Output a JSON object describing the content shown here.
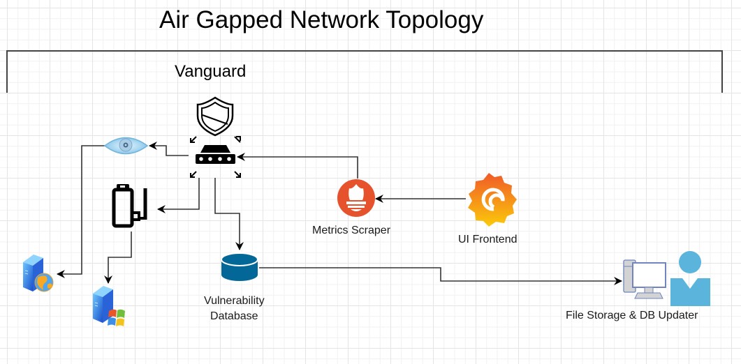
{
  "diagram": {
    "title": "Air Gapped Network Topology",
    "boundary_label": "Vanguard",
    "nodes": {
      "firewall": {
        "icon": "shield-icon",
        "label": ""
      },
      "router": {
        "icon": "router-icon",
        "label": ""
      },
      "monitor": {
        "icon": "eye-icon",
        "label": ""
      },
      "usb_device": {
        "icon": "usb-icon",
        "label": ""
      },
      "web_server": {
        "icon": "web-server-icon",
        "label": ""
      },
      "windows_server": {
        "icon": "windows-server-icon",
        "label": ""
      },
      "vuln_db": {
        "icon": "database-icon",
        "label_line1": "Vulnerability",
        "label_line2": "Database"
      },
      "metrics_scraper": {
        "icon": "prometheus-icon",
        "label": "Metrics Scraper"
      },
      "ui_frontend": {
        "icon": "grafana-icon",
        "label": "UI Frontend"
      },
      "file_storage": {
        "icon": "workstation-user-icon",
        "label": "File Storage & DB Updater"
      }
    },
    "edges": [
      {
        "from": "router",
        "to": "monitor"
      },
      {
        "from": "router",
        "to": "usb_device"
      },
      {
        "from": "router",
        "to": "vuln_db"
      },
      {
        "from": "metrics_scraper",
        "to": "router"
      },
      {
        "from": "ui_frontend",
        "to": "metrics_scraper"
      },
      {
        "from": "monitor",
        "to": "web_server"
      },
      {
        "from": "usb_device",
        "to": "windows_server"
      },
      {
        "from": "vuln_db",
        "to": "file_storage"
      }
    ],
    "colors": {
      "line": "#333333",
      "db": "#036897",
      "prometheus": "#e6522c",
      "grafana_top": "#f05a28",
      "grafana_bottom": "#fbca0a",
      "user": "#5ab4dc"
    }
  }
}
